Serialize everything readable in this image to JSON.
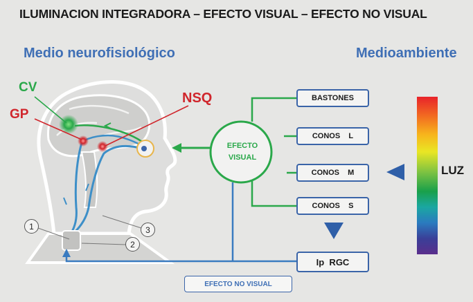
{
  "title": "ILUMINACION INTEGRADORA – EFECTO VISUAL – EFECTO NO VISUAL",
  "left_heading": "Medio neurofisiológico",
  "right_heading": "Medioambiente",
  "brain_labels": {
    "cv": "CV",
    "gp": "GP",
    "nsq": "NSQ"
  },
  "visual_effect": {
    "line1": "EFECTO",
    "line2": "VISUAL"
  },
  "receptors": [
    "BASTONES",
    "CONOS    L",
    "CONOS    M",
    "CONOS    S"
  ],
  "ip_rgc": "Ip  RGC",
  "non_visual_effect": "EFECTO NO VISUAL",
  "light_label": "LUZ",
  "numbers": [
    "1",
    "2",
    "3"
  ],
  "colors": {
    "blue": "#3a64a8",
    "green": "#2aa84a",
    "red": "#d0262c",
    "heading": "#3f6fb5"
  },
  "spectrum": [
    "#e8232a",
    "#f26a21",
    "#f7b51c",
    "#e9e624",
    "#7cc242",
    "#19a04a",
    "#1aa7a1",
    "#2a7bbf",
    "#3a3f98",
    "#5a2e8c"
  ]
}
